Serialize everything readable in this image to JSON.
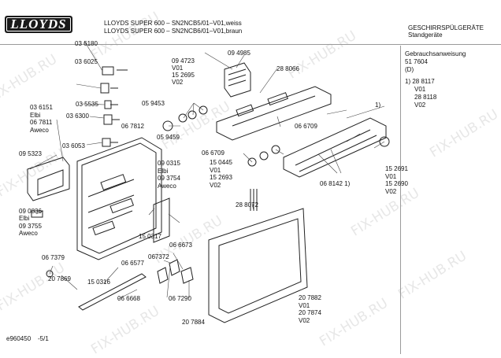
{
  "header": {
    "brand_logo": "LLOYDS",
    "model_line_1": "LLOYDS SUPER 600 – SN2NCB5/01–V01,weiss",
    "model_line_2": "LLOYDS SUPER 600 – SN2NCB6/01–V01,braun",
    "category_line_1": "GESCHIRRSPÜLGERÄTE",
    "category_line_2": "Standgeräte"
  },
  "sidebar": {
    "manual_label": "Gebrauchsanweisung",
    "manual_number": "51 7604",
    "manual_lang": "(D)",
    "note_line_1": "1)  28 8117",
    "note_line_2": "V01",
    "note_line_3": "28 8118",
    "note_line_4": "V02"
  },
  "watermark": "FIX-HUB.RU",
  "footer": {
    "doc_id": "e960450",
    "page": "-5/1"
  },
  "part_labels": [
    "03 6180",
    "03 6025",
    "03 5535",
    "03 6300",
    "03 6151",
    "Elbi",
    "06 7811",
    "Aweco",
    "03 6053",
    "06 7812",
    "09 5323",
    "09 0836",
    "Elbi",
    "09 3755",
    "Aweco",
    "09 4723",
    "V01",
    "15 2695",
    "V02",
    "09 4985",
    "28 8066",
    "05 9453",
    "05 9459",
    "06 6709",
    "06 6709",
    "1)",
    "09 0315",
    "Elbi",
    "09 3754",
    "Aweco",
    "15 0445",
    "V01",
    "15 2693",
    "V02",
    "28 8072",
    "06 8142 1)",
    "15 2691",
    "V01",
    "15 2690",
    "V02",
    "15 0317",
    "06 6673",
    "06 6577",
    "067372",
    "06 7379",
    "20 7869",
    "15 0316",
    "06 6668",
    "06 7290",
    "20 7884",
    "20 7882",
    "V01",
    "20 7874",
    "V02"
  ]
}
